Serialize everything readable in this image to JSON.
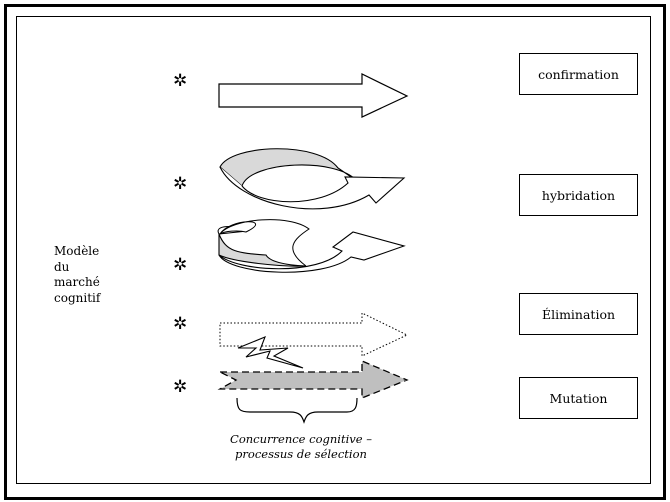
{
  "model_label": "Modèle\ndu\nmarché\ncognitif",
  "outcomes": {
    "confirmation": "confirmation",
    "hybridation": "hybridation",
    "elimination": "Élimination",
    "mutation": "Mutation"
  },
  "caption": {
    "line1": "Concurrence cognitive –",
    "line2": "processus de sélection"
  },
  "colors": {
    "line": "#000000",
    "shade": "#d9d9d9",
    "dashed_fill": "#bfbfbf",
    "background": "#ffffff"
  },
  "icons": {
    "bullet": "gear-star-icon",
    "lightning": "lightning-icon",
    "brace": "curly-brace-icon"
  }
}
